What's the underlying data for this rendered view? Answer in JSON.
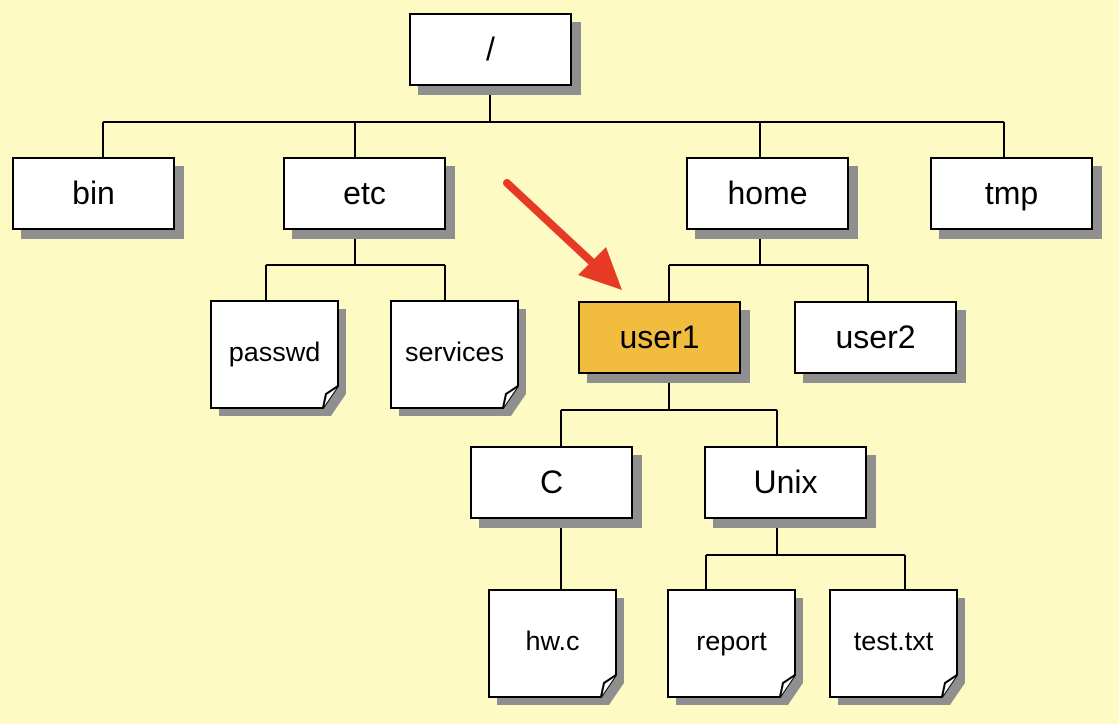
{
  "colors": {
    "background": "#fdfbc3",
    "highlight": "#f2bd3f",
    "arrow": "#e63a24",
    "shadow": "#8f8f8f"
  },
  "tree": {
    "root": "/",
    "bin": "bin",
    "etc": "etc",
    "home": "home",
    "tmp": "tmp",
    "passwd": "passwd",
    "services": "services",
    "user1": "user1",
    "user2": "user2",
    "c": "C",
    "unix": "Unix",
    "hw_c": "hw.c",
    "report": "report",
    "test_txt": "test.txt"
  },
  "highlighted_node": "user1"
}
